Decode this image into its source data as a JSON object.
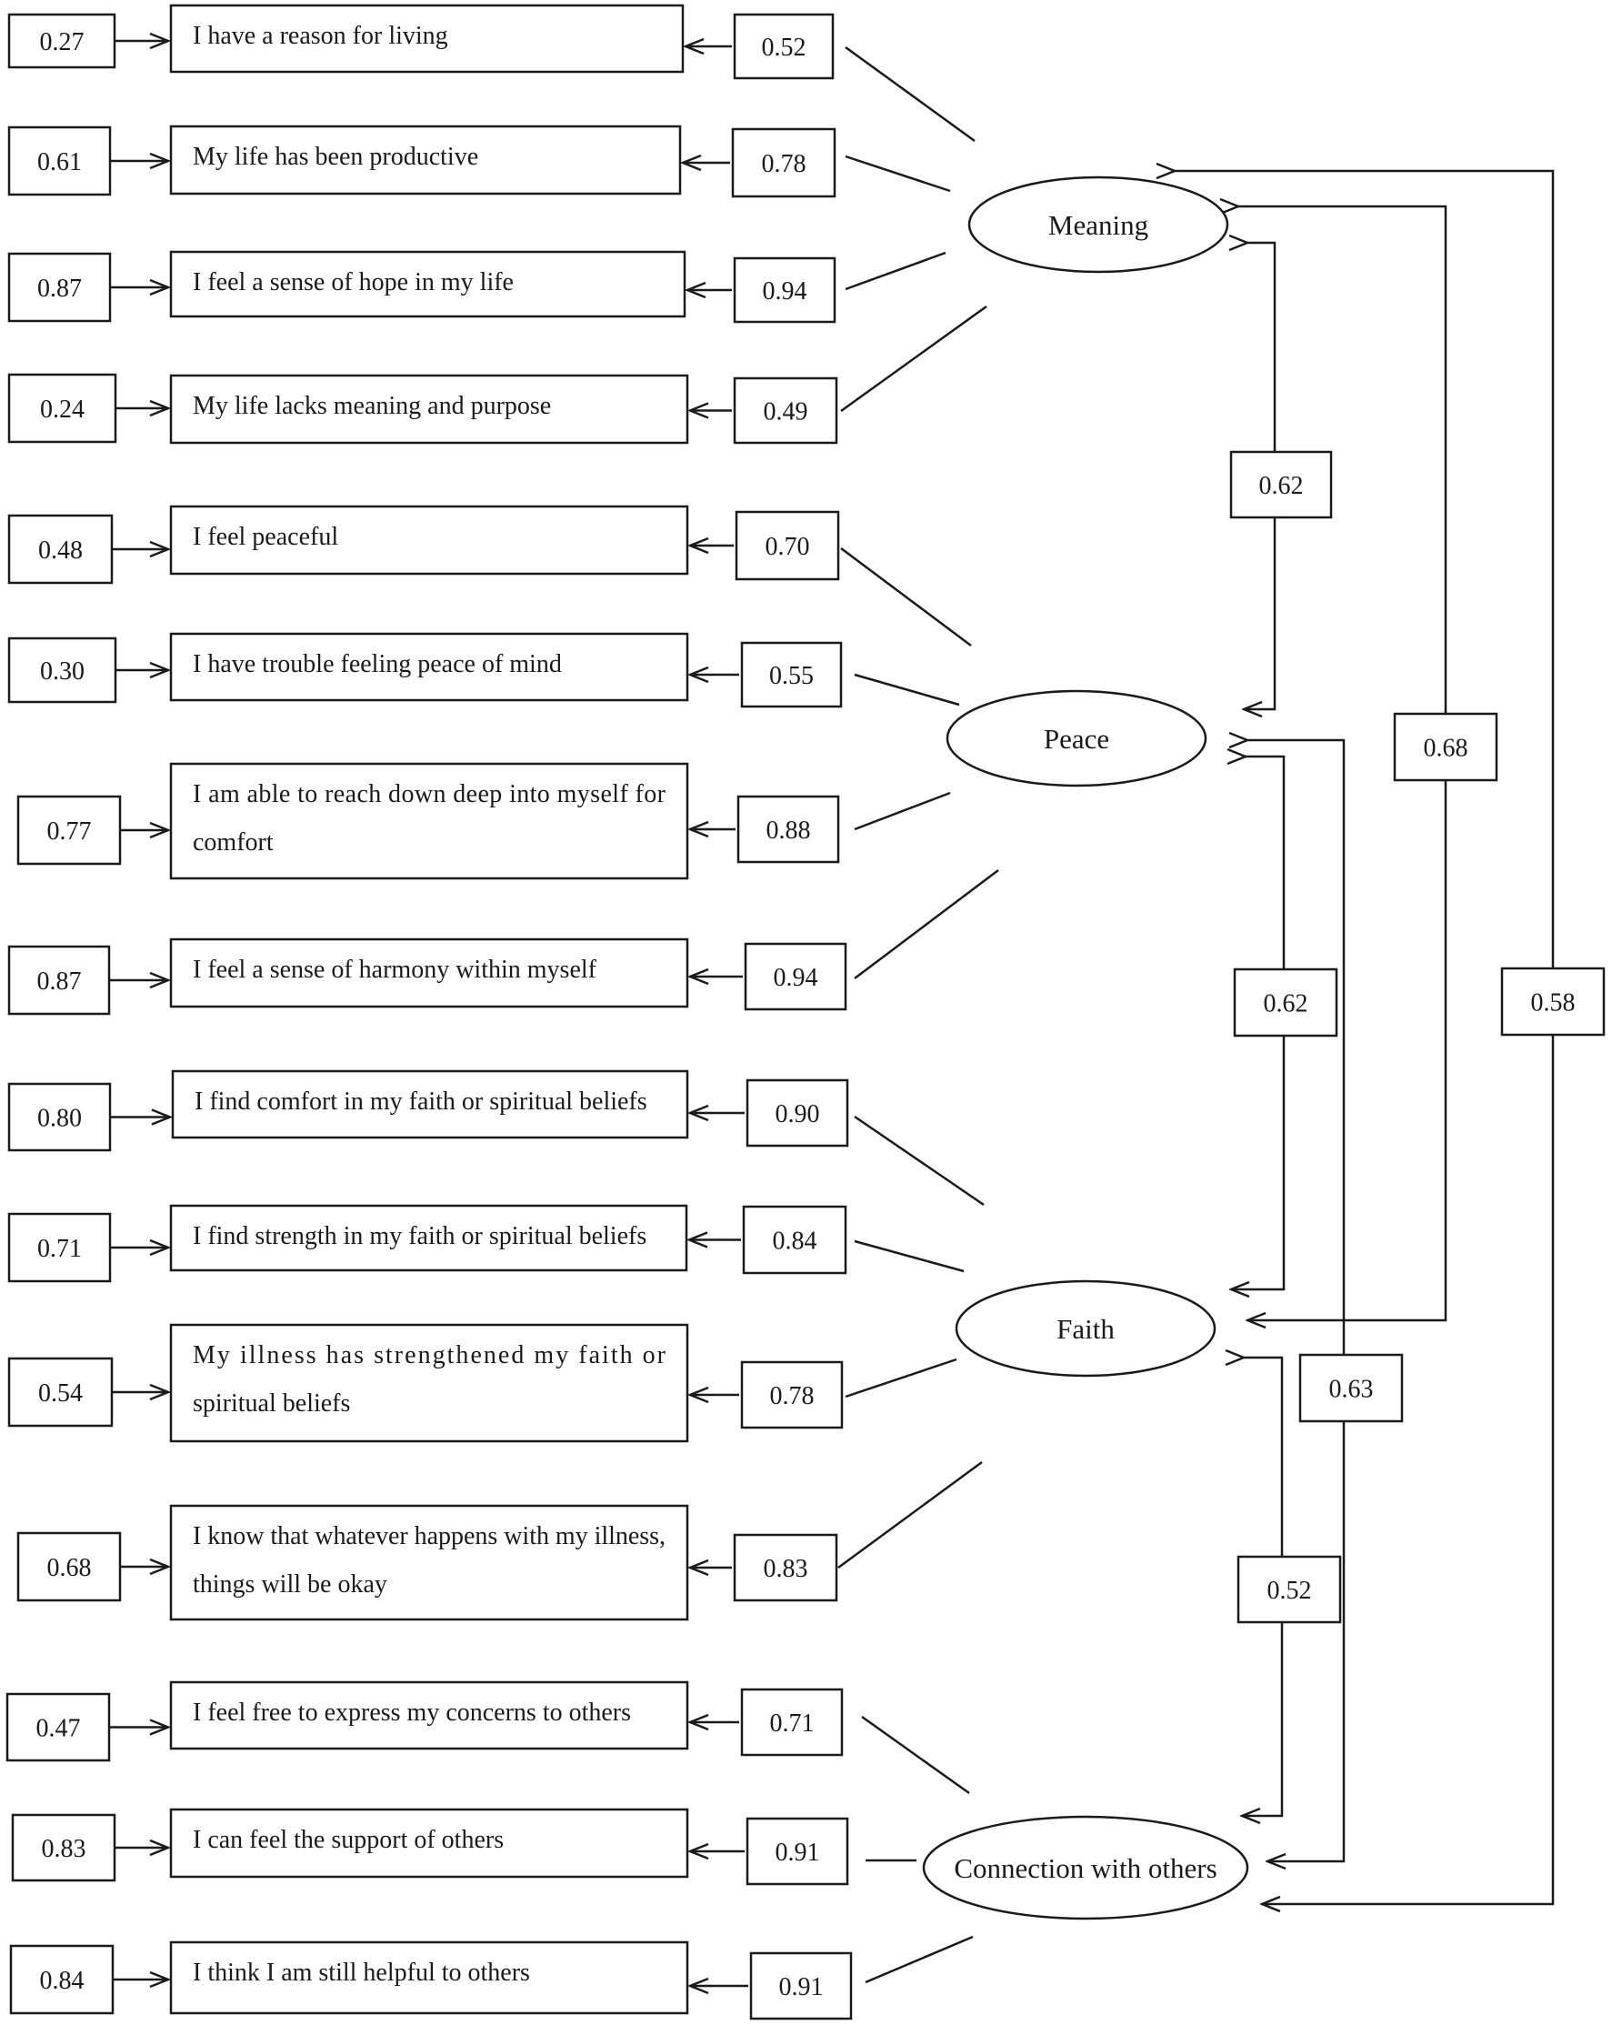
{
  "factors": [
    {
      "name": "Meaning"
    },
    {
      "name": "Peace"
    },
    {
      "name": "Faith"
    },
    {
      "name": "Connection with others"
    }
  ],
  "items": [
    {
      "factor": 0,
      "r2": "0.27",
      "lines": [
        "I have a reason for living"
      ],
      "loading": "0.52"
    },
    {
      "factor": 0,
      "r2": "0.61",
      "lines": [
        "My life has been productive"
      ],
      "loading": "0.78"
    },
    {
      "factor": 0,
      "r2": "0.87",
      "lines": [
        "I feel a sense of hope in my life"
      ],
      "loading": "0.94"
    },
    {
      "factor": 0,
      "r2": "0.24",
      "lines": [
        "My life lacks meaning and purpose"
      ],
      "loading": "0.49"
    },
    {
      "factor": 1,
      "r2": "0.48",
      "lines": [
        "I feel peaceful"
      ],
      "loading": "0.70"
    },
    {
      "factor": 1,
      "r2": "0.30",
      "lines": [
        "I have trouble feeling peace of mind"
      ],
      "loading": "0.55"
    },
    {
      "factor": 1,
      "r2": "0.77",
      "lines": [
        "I am able to reach down deep into myself for",
        "comfort"
      ],
      "loading": "0.88"
    },
    {
      "factor": 1,
      "r2": "0.87",
      "lines": [
        "I feel a sense of harmony within myself"
      ],
      "loading": "0.94"
    },
    {
      "factor": 2,
      "r2": "0.80",
      "lines": [
        "I find comfort in my faith or spiritual beliefs"
      ],
      "loading": "0.90"
    },
    {
      "factor": 2,
      "r2": "0.71",
      "lines": [
        "I find strength in my faith or spiritual beliefs"
      ],
      "loading": "0.84"
    },
    {
      "factor": 2,
      "r2": "0.54",
      "lines": [
        "My illness has strengthened my faith or",
        "spiritual beliefs"
      ],
      "loading": "0.78"
    },
    {
      "factor": 2,
      "r2": "0.68",
      "lines": [
        "I know that whatever happens with my illness,",
        "things will be okay"
      ],
      "loading": "0.83"
    },
    {
      "factor": 3,
      "r2": "0.47",
      "lines": [
        "I feel free to express my concerns to others"
      ],
      "loading": "0.71"
    },
    {
      "factor": 3,
      "r2": "0.83",
      "lines": [
        "I can feel the support of others"
      ],
      "loading": "0.91"
    },
    {
      "factor": 3,
      "r2": "0.84",
      "lines": [
        "I think I am still helpful to others"
      ],
      "loading": "0.91"
    }
  ],
  "correlations": [
    {
      "from": "Meaning",
      "to": "Peace",
      "value": "0.62"
    },
    {
      "from": "Peace",
      "to": "Faith",
      "value": "0.62"
    },
    {
      "from": "Faith",
      "to": "Connection with others",
      "value": "0.52"
    },
    {
      "from": "Meaning",
      "to": "Faith",
      "value": "0.68"
    },
    {
      "from": "Peace",
      "to": "Connection with others",
      "value": "0.63"
    },
    {
      "from": "Meaning",
      "to": "Connection with others",
      "value": "0.58"
    }
  ]
}
